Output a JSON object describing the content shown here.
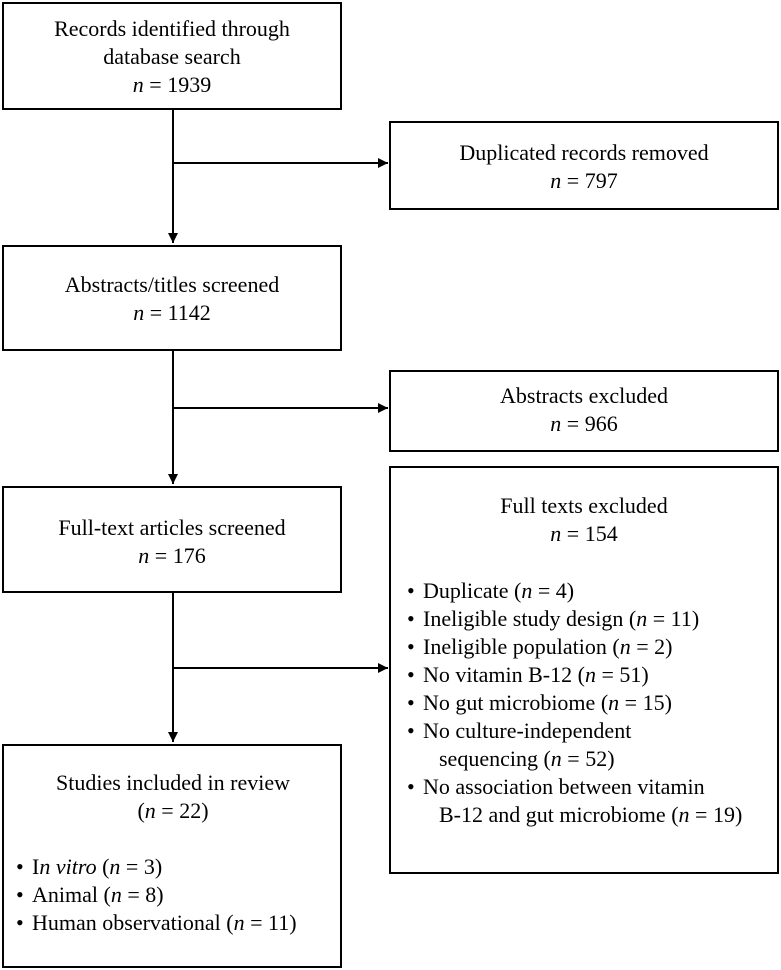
{
  "boxes": {
    "identified": {
      "line1": "Records identified through",
      "line2": "database search",
      "n": "1939"
    },
    "duplicates": {
      "line1": "Duplicated records removed",
      "n": "797"
    },
    "screened": {
      "line1": "Abstracts/titles screened",
      "n": "1142"
    },
    "abstracts_excluded": {
      "line1": "Abstracts excluded",
      "n": "966"
    },
    "fulltext": {
      "line1": "Full-text articles screened",
      "n": "176"
    },
    "fulltext_excluded": {
      "line1": "Full texts excluded",
      "n": "154",
      "reasons": [
        {
          "label": "Duplicate",
          "n": "4"
        },
        {
          "label": "Ineligible study design",
          "n": "11"
        },
        {
          "label": "Ineligible population",
          "n": "2"
        },
        {
          "label": "No vitamin B-12",
          "n": "51"
        },
        {
          "label": "No gut microbiome",
          "n": "15"
        },
        {
          "label_line1": "No culture-independent",
          "label_line2": "sequencing",
          "n": "52"
        },
        {
          "label_line1": "No association between vitamin",
          "label_line2": "B-12 and gut microbiome",
          "n": "19"
        }
      ]
    },
    "included": {
      "line1": "Studies included in review",
      "n": "22",
      "items": [
        {
          "prefix": "I",
          "italic": "n vitro",
          "n": "3"
        },
        {
          "label": "Animal",
          "n": "8"
        },
        {
          "label": "Human observational",
          "n": "11"
        }
      ]
    }
  },
  "symbols": {
    "n": "n",
    "eq": " = "
  }
}
